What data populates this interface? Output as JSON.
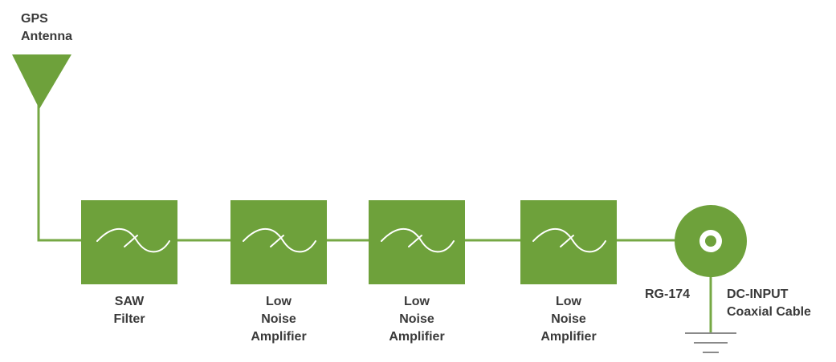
{
  "colors": {
    "green": "#6ea13b",
    "wire": "#76a844",
    "text": "#3a3a3a",
    "ground": "#8a8a8a"
  },
  "antenna": {
    "icon": "antenna-triangle-icon",
    "label_line1": "GPS",
    "label_line2": "Antenna"
  },
  "blocks": [
    {
      "icon": "filter-wave-icon",
      "label_line1": "SAW",
      "label_line2": "Filter",
      "label_line3": ""
    },
    {
      "icon": "filter-wave-icon",
      "label_line1": "Low",
      "label_line2": "Noise",
      "label_line3": "Amplifier"
    },
    {
      "icon": "filter-wave-icon",
      "label_line1": "Low",
      "label_line2": "Noise",
      "label_line3": "Amplifier"
    },
    {
      "icon": "filter-wave-icon",
      "label_line1": "Low",
      "label_line2": "Noise",
      "label_line3": "Amplifier"
    }
  ],
  "connector": {
    "icon": "coax-connector-icon",
    "cable_label": "RG-174",
    "input_line1": "DC-INPUT",
    "input_line2": "Coaxial Cable"
  },
  "ground": {
    "icon": "ground-symbol-icon"
  }
}
